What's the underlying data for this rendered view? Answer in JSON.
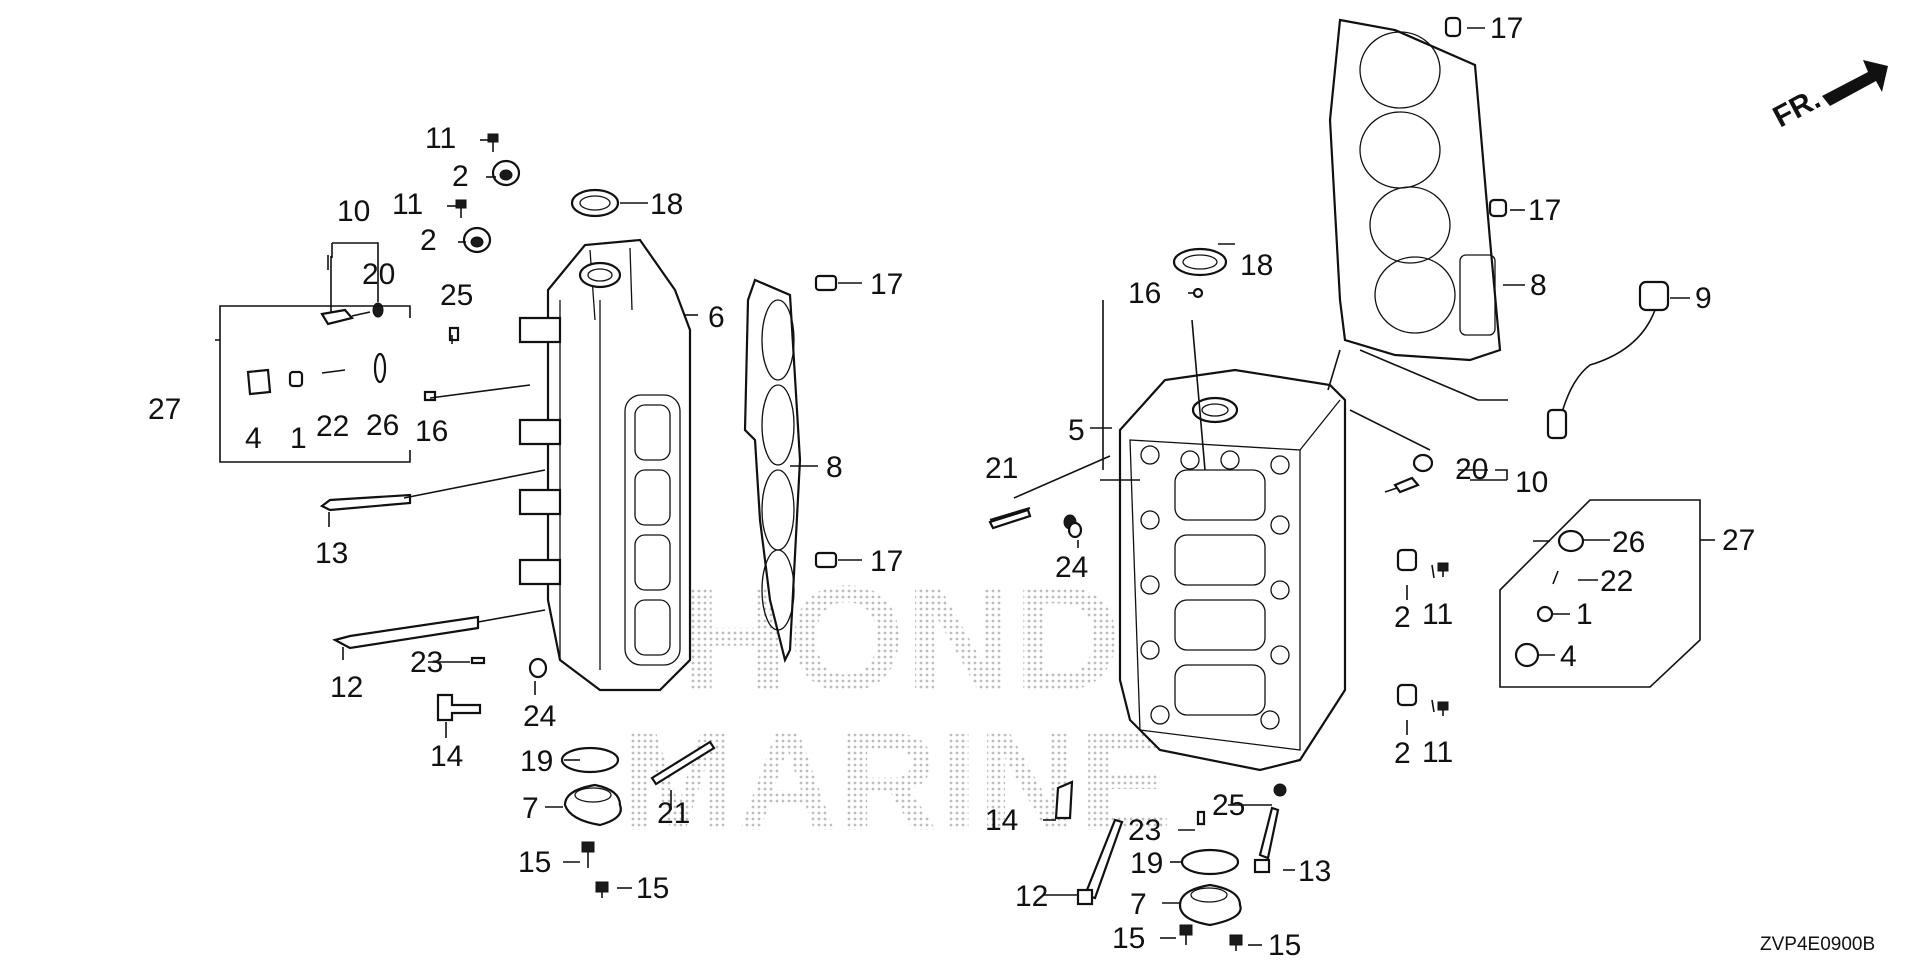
{
  "diagram_code": "ZVP4E0900B",
  "front_indicator": "FR.",
  "watermark_lines": [
    "HONDA",
    "MARINE"
  ],
  "callouts": [
    "1",
    "2",
    "4",
    "5",
    "6",
    "7",
    "8",
    "9",
    "10",
    "11",
    "12",
    "13",
    "14",
    "15",
    "16",
    "17",
    "18",
    "19",
    "20",
    "21",
    "22",
    "23",
    "24",
    "25",
    "26",
    "27"
  ],
  "colors": {
    "line": "#111111",
    "background": "#ffffff",
    "watermark": "#bdbdbd"
  }
}
